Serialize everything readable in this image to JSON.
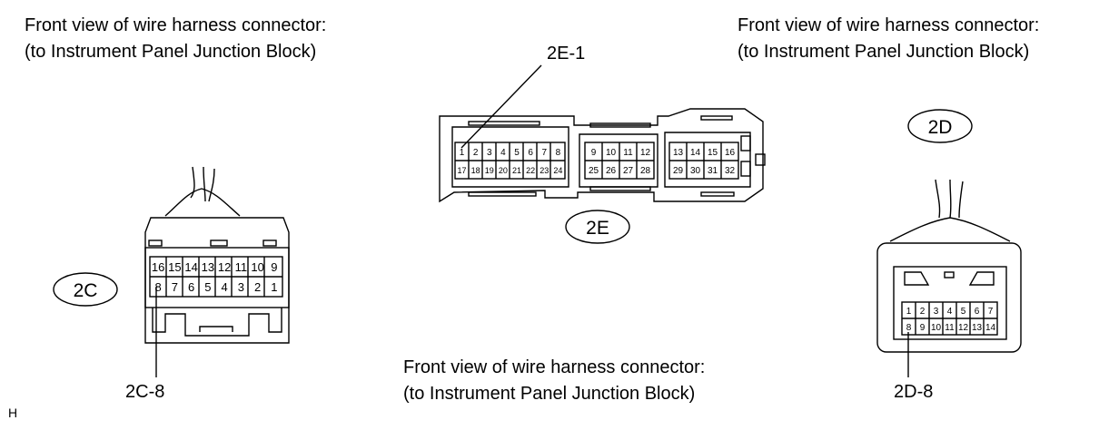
{
  "captions": {
    "left": {
      "line1": "Front view of wire harness connector:",
      "line2": "(to Instrument Panel Junction Block)"
    },
    "right": {
      "line1": "Front view of wire harness connector:",
      "line2": "(to Instrument Panel Junction Block)"
    },
    "bottom": {
      "line1": "Front view of wire harness connector:",
      "line2": "(to Instrument Panel Junction Block)"
    }
  },
  "connectors": {
    "c2c": {
      "id": "2C",
      "pin_label": "2C-8",
      "row1": [
        "16",
        "15",
        "14",
        "13",
        "12",
        "11",
        "10",
        "9"
      ],
      "row2": [
        "8",
        "7",
        "6",
        "5",
        "4",
        "3",
        "2",
        "1"
      ]
    },
    "c2e": {
      "id": "2E",
      "pin_label": "2E-1",
      "groupA": {
        "row1": [
          "1",
          "2",
          "3",
          "4",
          "5",
          "6",
          "7",
          "8"
        ],
        "row2": [
          "17",
          "18",
          "19",
          "20",
          "21",
          "22",
          "23",
          "24"
        ]
      },
      "groupB": {
        "row1": [
          "9",
          "10",
          "11",
          "12"
        ],
        "row2": [
          "25",
          "26",
          "27",
          "28"
        ]
      },
      "groupC": {
        "row1": [
          "13",
          "14",
          "15",
          "16"
        ],
        "row2": [
          "29",
          "30",
          "31",
          "32"
        ]
      }
    },
    "c2d": {
      "id": "2D",
      "pin_label": "2D-8",
      "row1": [
        "1",
        "2",
        "3",
        "4",
        "5",
        "6",
        "7"
      ],
      "row2": [
        "8",
        "9",
        "10",
        "11",
        "12",
        "13",
        "14"
      ]
    }
  },
  "footer": "H"
}
